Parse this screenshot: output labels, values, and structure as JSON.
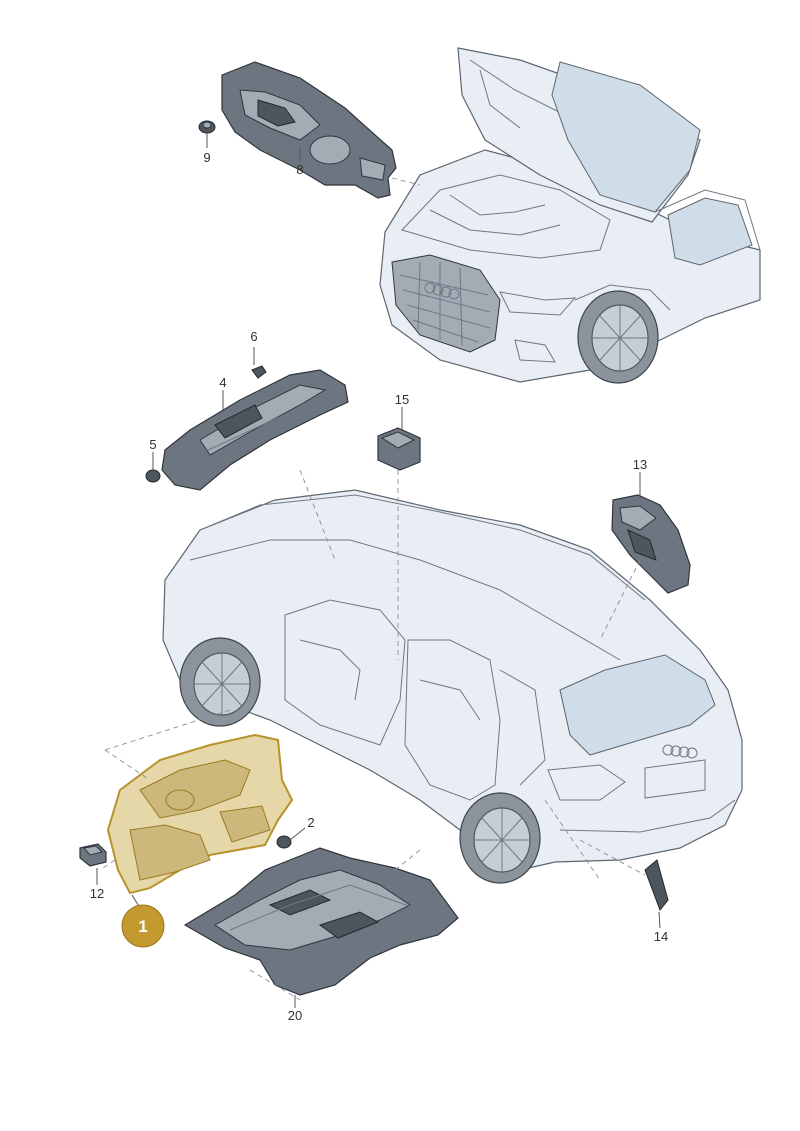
{
  "callouts": {
    "c1": "1",
    "c2": "2",
    "c4": "4",
    "c5": "5",
    "c6": "6",
    "c8": "8",
    "c9": "9",
    "c12": "12",
    "c13": "13",
    "c14": "14",
    "c15": "15",
    "c20": "20"
  },
  "colors": {
    "highlight_badge": "#c4992e",
    "highlight_part": "#e6d7a8",
    "part_gray": "#6d7680",
    "car_body": "#e8eef3"
  }
}
